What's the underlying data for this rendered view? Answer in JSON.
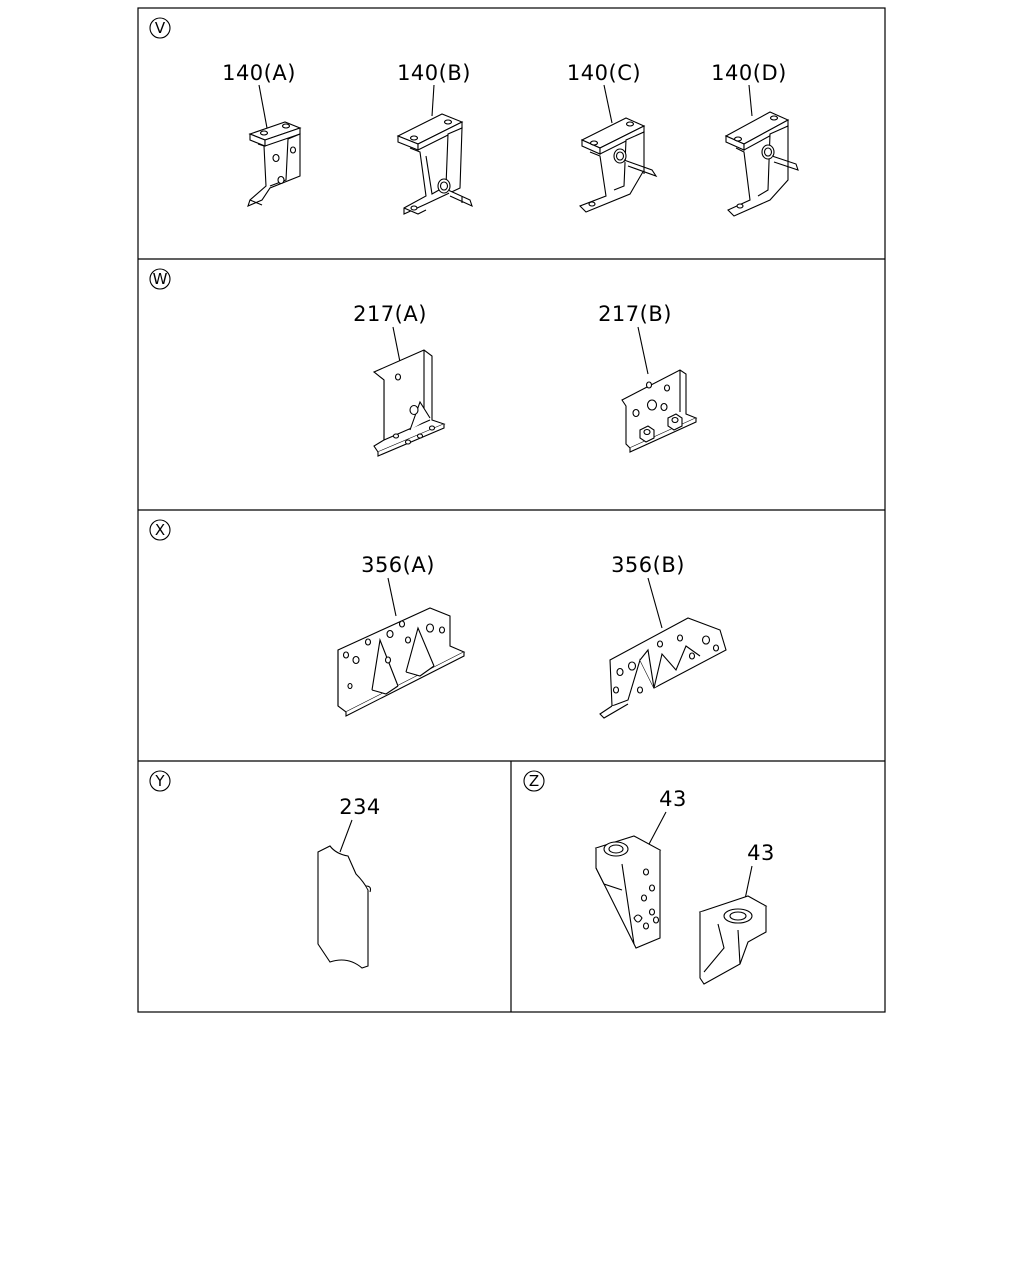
{
  "colors": {
    "ink": "#000000",
    "paper": "#ffffff"
  },
  "sections": [
    {
      "id": "V",
      "labels": [
        "140(A)",
        "140(B)",
        "140(C)",
        "140(D)"
      ]
    },
    {
      "id": "W",
      "labels": [
        "217(A)",
        "217(B)"
      ]
    },
    {
      "id": "X",
      "labels": [
        "356(A)",
        "356(B)"
      ]
    },
    {
      "id": "Y",
      "labels": [
        "234"
      ]
    },
    {
      "id": "Z",
      "labels": [
        "43",
        "43"
      ]
    }
  ]
}
